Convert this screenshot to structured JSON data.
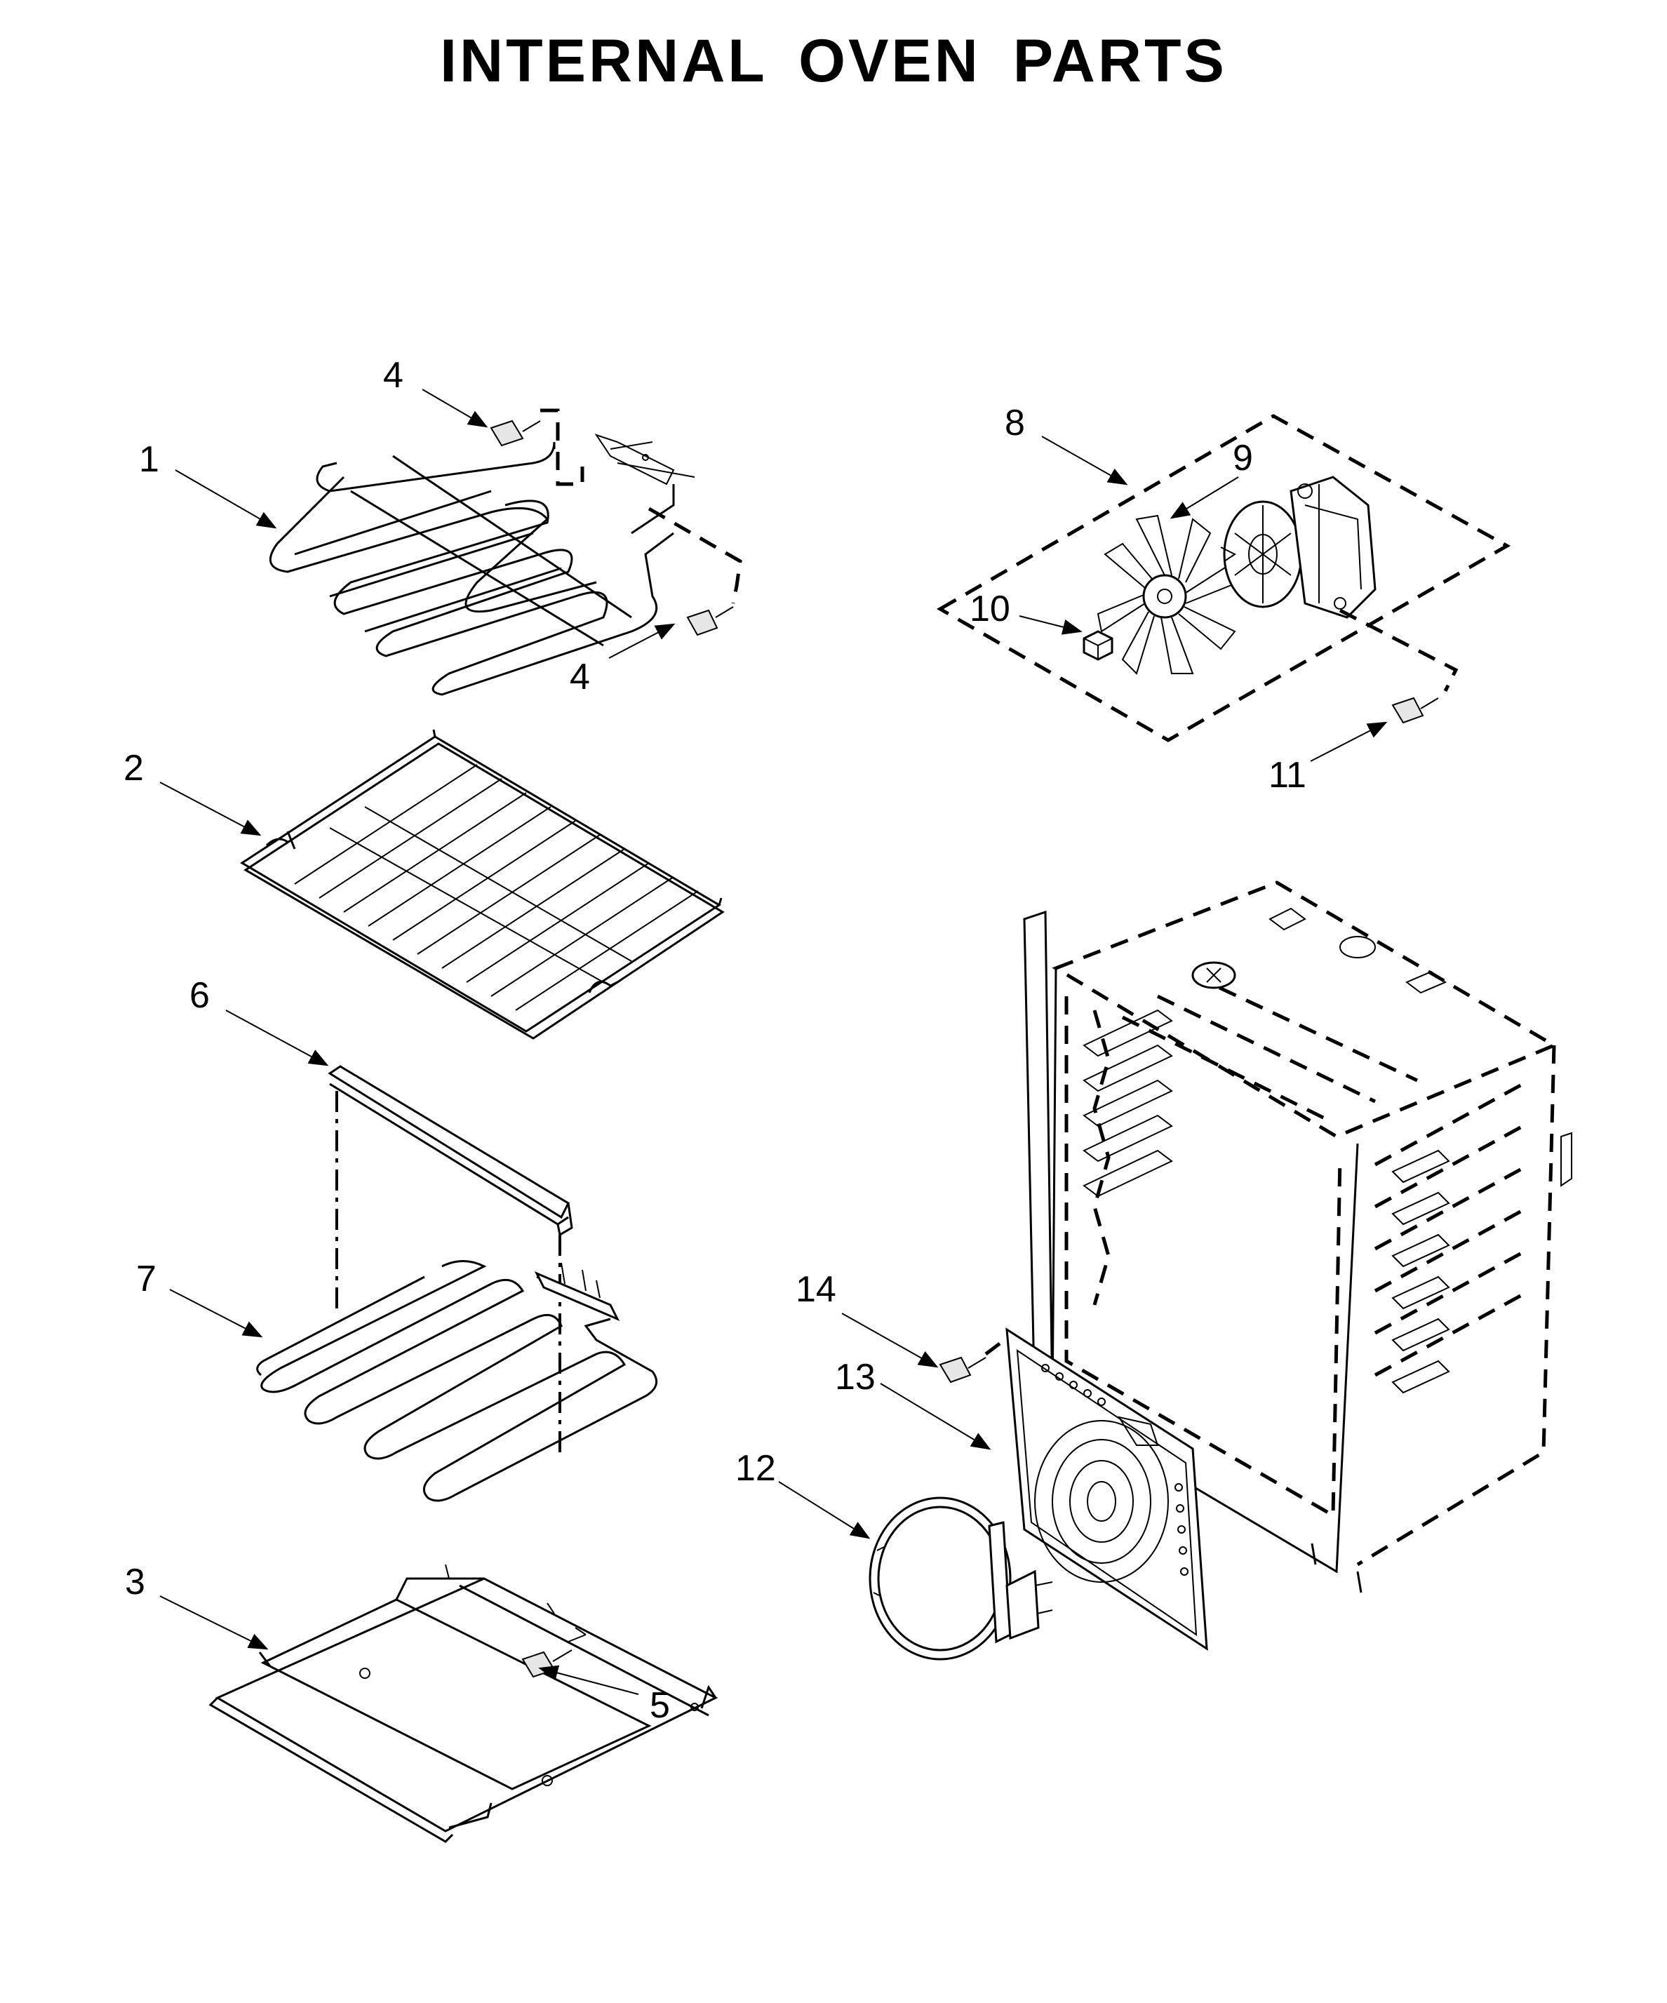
{
  "title": "INTERNAL OVEN PARTS",
  "callouts": [
    {
      "id": "c1",
      "label": "1"
    },
    {
      "id": "c2",
      "label": "2"
    },
    {
      "id": "c3",
      "label": "3"
    },
    {
      "id": "c4a",
      "label": "4"
    },
    {
      "id": "c4b",
      "label": "4"
    },
    {
      "id": "c5",
      "label": "5"
    },
    {
      "id": "c6",
      "label": "6"
    },
    {
      "id": "c7",
      "label": "7"
    },
    {
      "id": "c8",
      "label": "8"
    },
    {
      "id": "c9",
      "label": "9"
    },
    {
      "id": "c10",
      "label": "10"
    },
    {
      "id": "c11",
      "label": "11"
    },
    {
      "id": "c12",
      "label": "12"
    },
    {
      "id": "c13",
      "label": "13"
    },
    {
      "id": "c14",
      "label": "14"
    }
  ]
}
